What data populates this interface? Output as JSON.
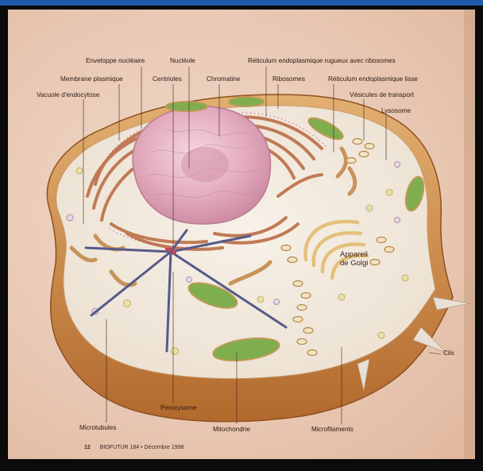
{
  "labels": {
    "enveloppe_nucleaire": "Enveloppe nucléaire",
    "nucleole": "Nucléole",
    "reticulum_rugueux": "Réticulum endoplasmique rugueux avec ribosomes",
    "membrane_plasmique": "Membrane plasmique",
    "centrioles": "Centrioles",
    "chromatine": "Chromatine",
    "ribosomes": "Ribosomes",
    "reticulum_lisse": "Réticulum endoplasmique lisse",
    "vacuole_endocytose": "Vacuole d'endocytose",
    "vesicules_transport": "Vésicules de transport",
    "lysosome": "Lysosome",
    "appareil_golgi_1": "Appareil",
    "appareil_golgi_2": "de Golgi",
    "cils": "Cils",
    "microtubules": "Microtubules",
    "peroxysome": "Peroxysome",
    "mitochondrie": "Mitochondrie",
    "microfilaments": "Microfilaments"
  },
  "footer": {
    "page_number": "12",
    "source": "BIOFUTUR 184 • Décembre 1998"
  },
  "colors": {
    "frame": "#0b0b0b",
    "top_bar": "#1e5aa8",
    "background": "#e9c9b5",
    "membrane": "#c9873e",
    "cytoplasm": "#f3ece2",
    "nucleus": "#e7b5c4",
    "reticulum": "#c07a55",
    "mitochondria": "#7fae4e",
    "golgi": "#e8c98a",
    "microtubules": "#555a8a"
  }
}
